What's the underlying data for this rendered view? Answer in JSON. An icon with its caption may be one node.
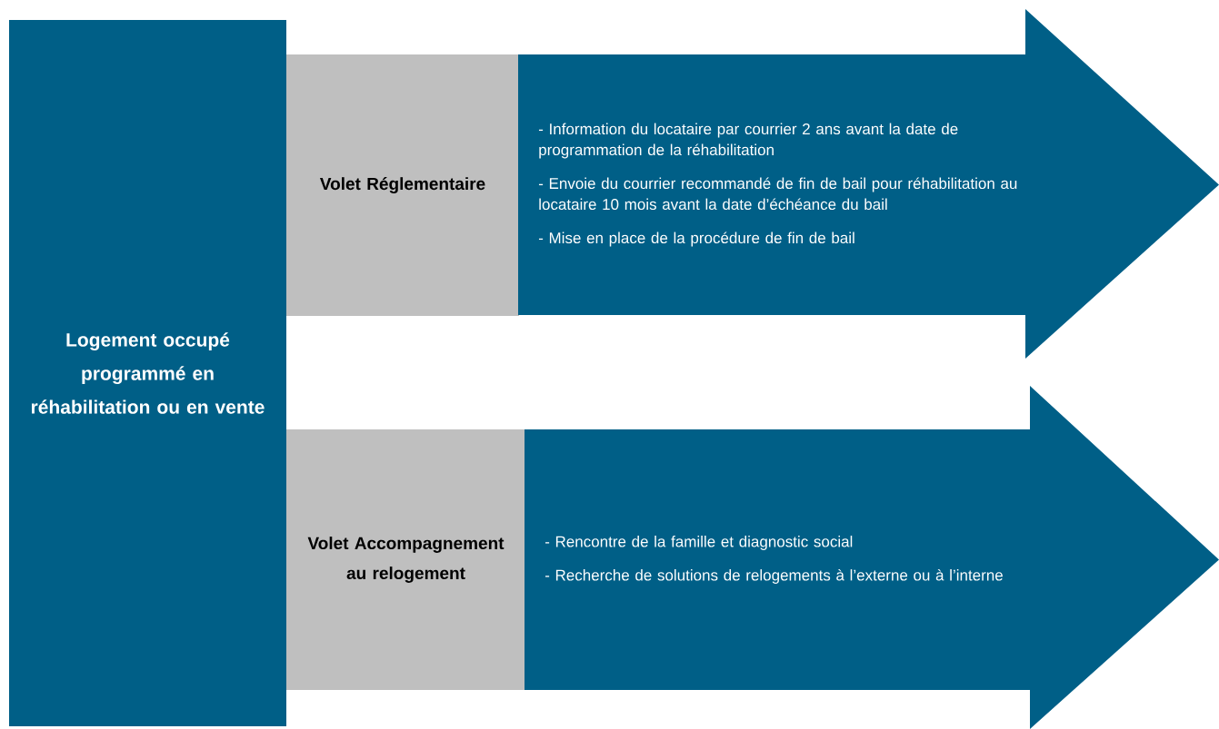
{
  "diagram": {
    "nodes": [
      {
        "text": [
          "Logement occupé programmé en réhabilitation ou en vente"
        ]
      },
      {
        "text": [
          "Volet Réglementaire"
        ]
      },
      {
        "text": [
          "- Information du locataire par courrier 2 ans avant la date de programmation de la réhabilitation",
          "- Envoie du courrier recommandé de fin de bail pour réhabilitation au locataire 10 mois avant la date d’échéance du bail",
          "- Mise en place de la procédure de fin de bail"
        ]
      },
      {
        "text": [
          "Volet Accompagnement au relogement"
        ]
      },
      {
        "text": [
          "- Rencontre de la famille et diagnostic social",
          "- Recherche de solutions de relogements à l’externe ou à l’interne"
        ]
      }
    ]
  }
}
